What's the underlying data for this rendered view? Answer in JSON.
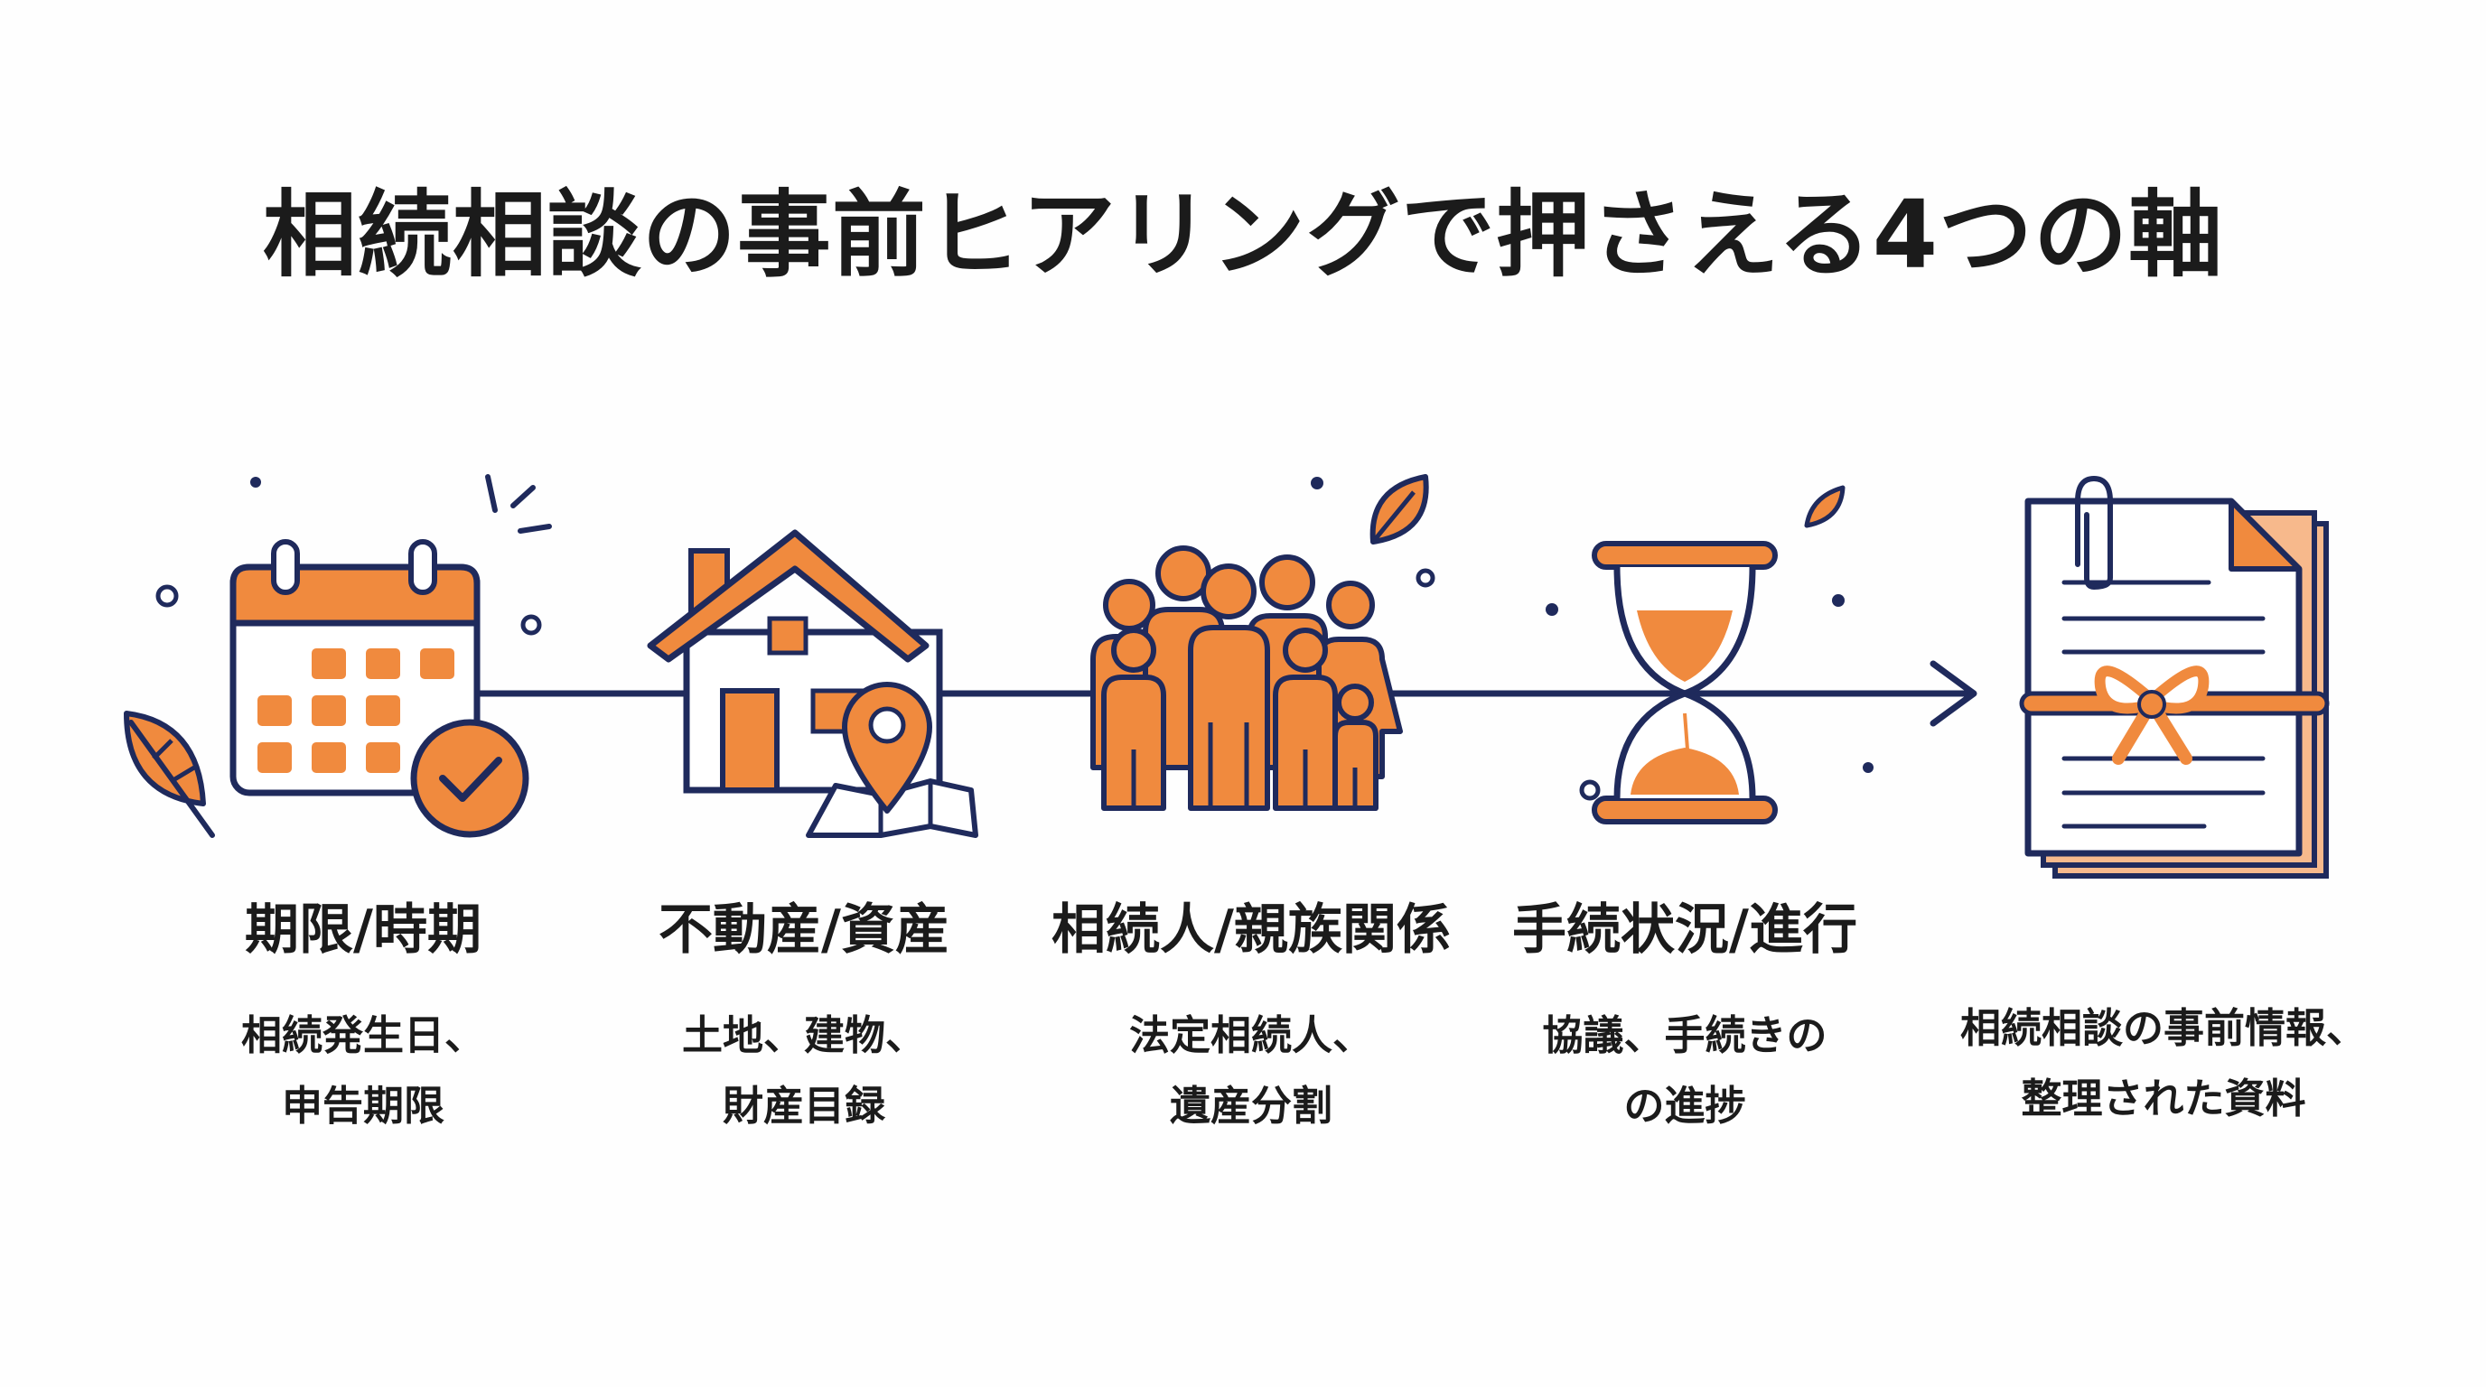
{
  "title": "相続相談の事前ヒアリングで押さえる4つの軸",
  "colors": {
    "orange": "#f08a3e",
    "navy": "#1f2a5c",
    "light_orange": "#f7b98c"
  },
  "steps": [
    {
      "icon": "calendar-check-icon",
      "label": "期限/時期",
      "desc": "相続発生日、\n申告期限"
    },
    {
      "icon": "house-location-icon",
      "label": "不動産/資産",
      "desc": "土地、建物、\n財産目録"
    },
    {
      "icon": "family-group-icon",
      "label": "相続人/親族関係",
      "desc": "法定相続人、\n遺産分割"
    },
    {
      "icon": "hourglass-icon",
      "label": "手続状況/進行",
      "desc": "協議、手続きの\nの進捗"
    }
  ],
  "result": {
    "icon": "tied-documents-icon",
    "desc": "相続相談の事前情報、\n整理された資料"
  }
}
